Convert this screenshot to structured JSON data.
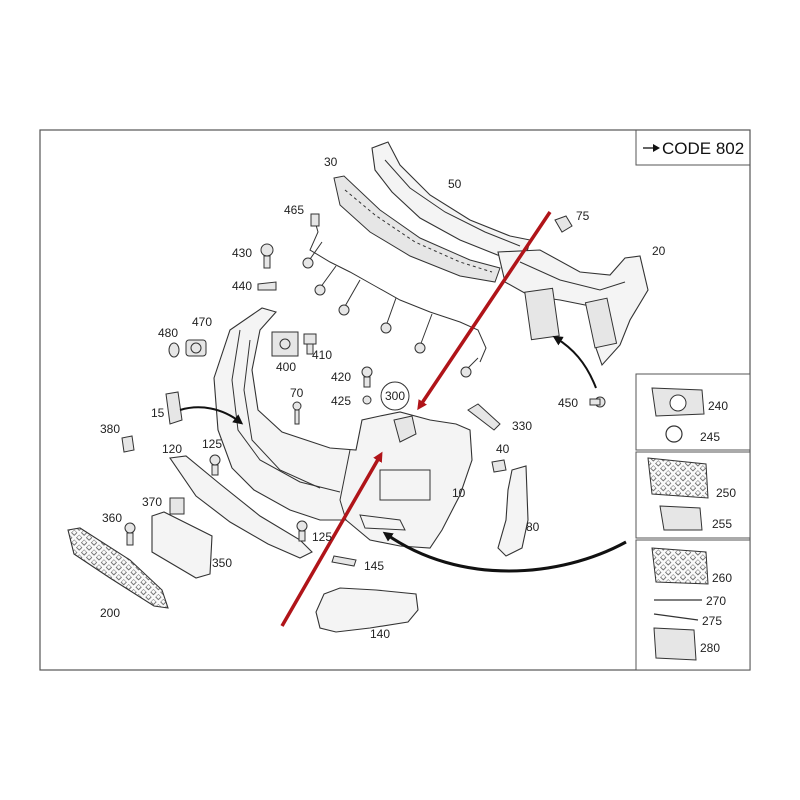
{
  "code_label": "CODE 802",
  "part_numbers": [
    "10",
    "15",
    "20",
    "30",
    "40",
    "50",
    "70",
    "75",
    "80",
    "120",
    "125",
    "125",
    "140",
    "145",
    "200",
    "240",
    "245",
    "250",
    "255",
    "260",
    "270",
    "275",
    "280",
    "300",
    "330",
    "350",
    "360",
    "370",
    "380",
    "400",
    "410",
    "420",
    "425",
    "430",
    "440",
    "450",
    "465",
    "470",
    "480"
  ],
  "colors": {
    "highlight_arrow": "#b01419",
    "ink": "#222222",
    "frame": "#555555"
  }
}
